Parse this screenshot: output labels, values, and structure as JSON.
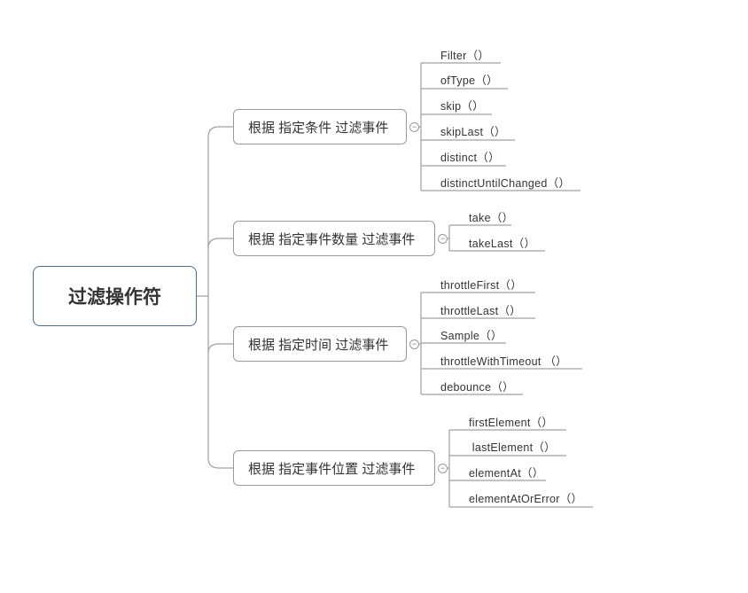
{
  "root": {
    "label": "过滤操作符"
  },
  "branches": [
    {
      "label": "根据 指定条件 过滤事件",
      "leaves": [
        "Filter（）",
        "ofType（）",
        "skip（）",
        "skipLast（）",
        "distinct（）",
        "distinctUntilChanged（）"
      ]
    },
    {
      "label": "根据 指定事件数量 过滤事件",
      "leaves": [
        "take（）",
        "takeLast（）"
      ]
    },
    {
      "label": "根据 指定时间 过滤事件",
      "leaves": [
        "throttleFirst（）",
        "throttleLast（）",
        "Sample（）",
        "throttleWithTimeout （）",
        "debounce（）"
      ]
    },
    {
      "label": "根据 指定事件位置 过滤事件",
      "leaves": [
        "firstElement（）",
        " lastElement（）",
        "elementAt（）",
        "elementAtOrError（）"
      ]
    }
  ],
  "collapse_symbol": "−"
}
